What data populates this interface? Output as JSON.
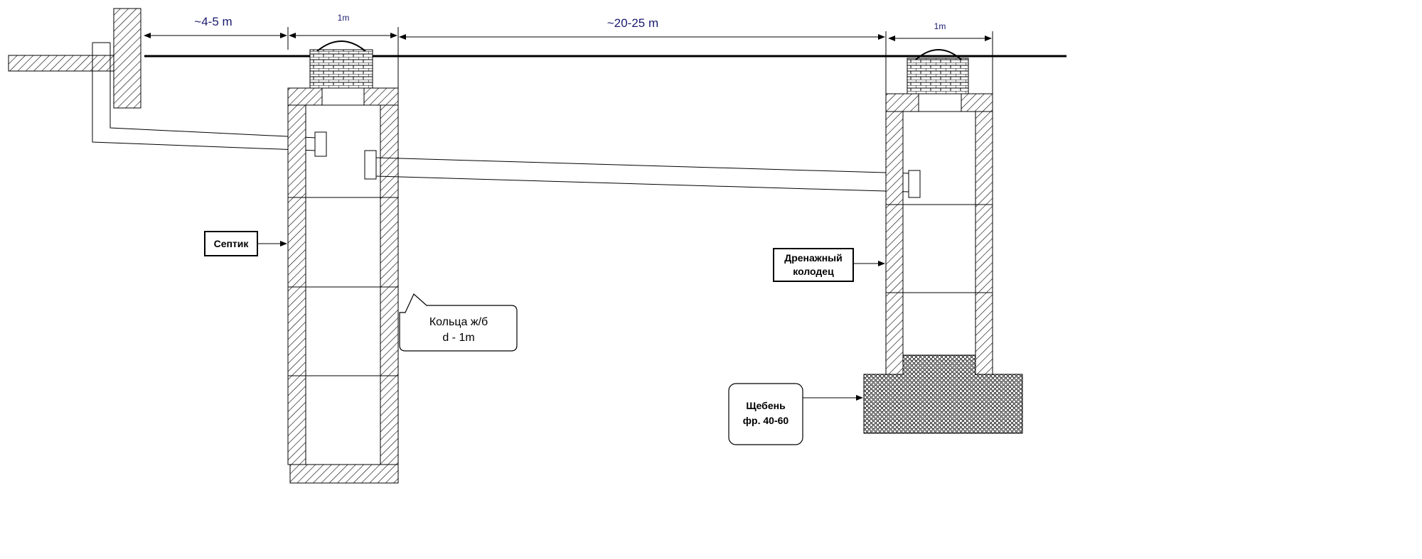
{
  "dimensions": {
    "house_to_septic": "~4-5 m",
    "septic_width": "1m",
    "septic_to_drain": "~20-25 m",
    "drain_width": "1m"
  },
  "labels": {
    "septic": "Септик",
    "drain_well_line1": "Дренажный",
    "drain_well_line2": "колодец",
    "rings_line1": "Кольца ж/б",
    "rings_line2": "d - 1m",
    "gravel_line1": "Щебень",
    "gravel_line2": "фр. 40-60"
  },
  "colors": {
    "line": "#000000",
    "dimension_text": "#1a1a6e",
    "background": "#ffffff"
  }
}
